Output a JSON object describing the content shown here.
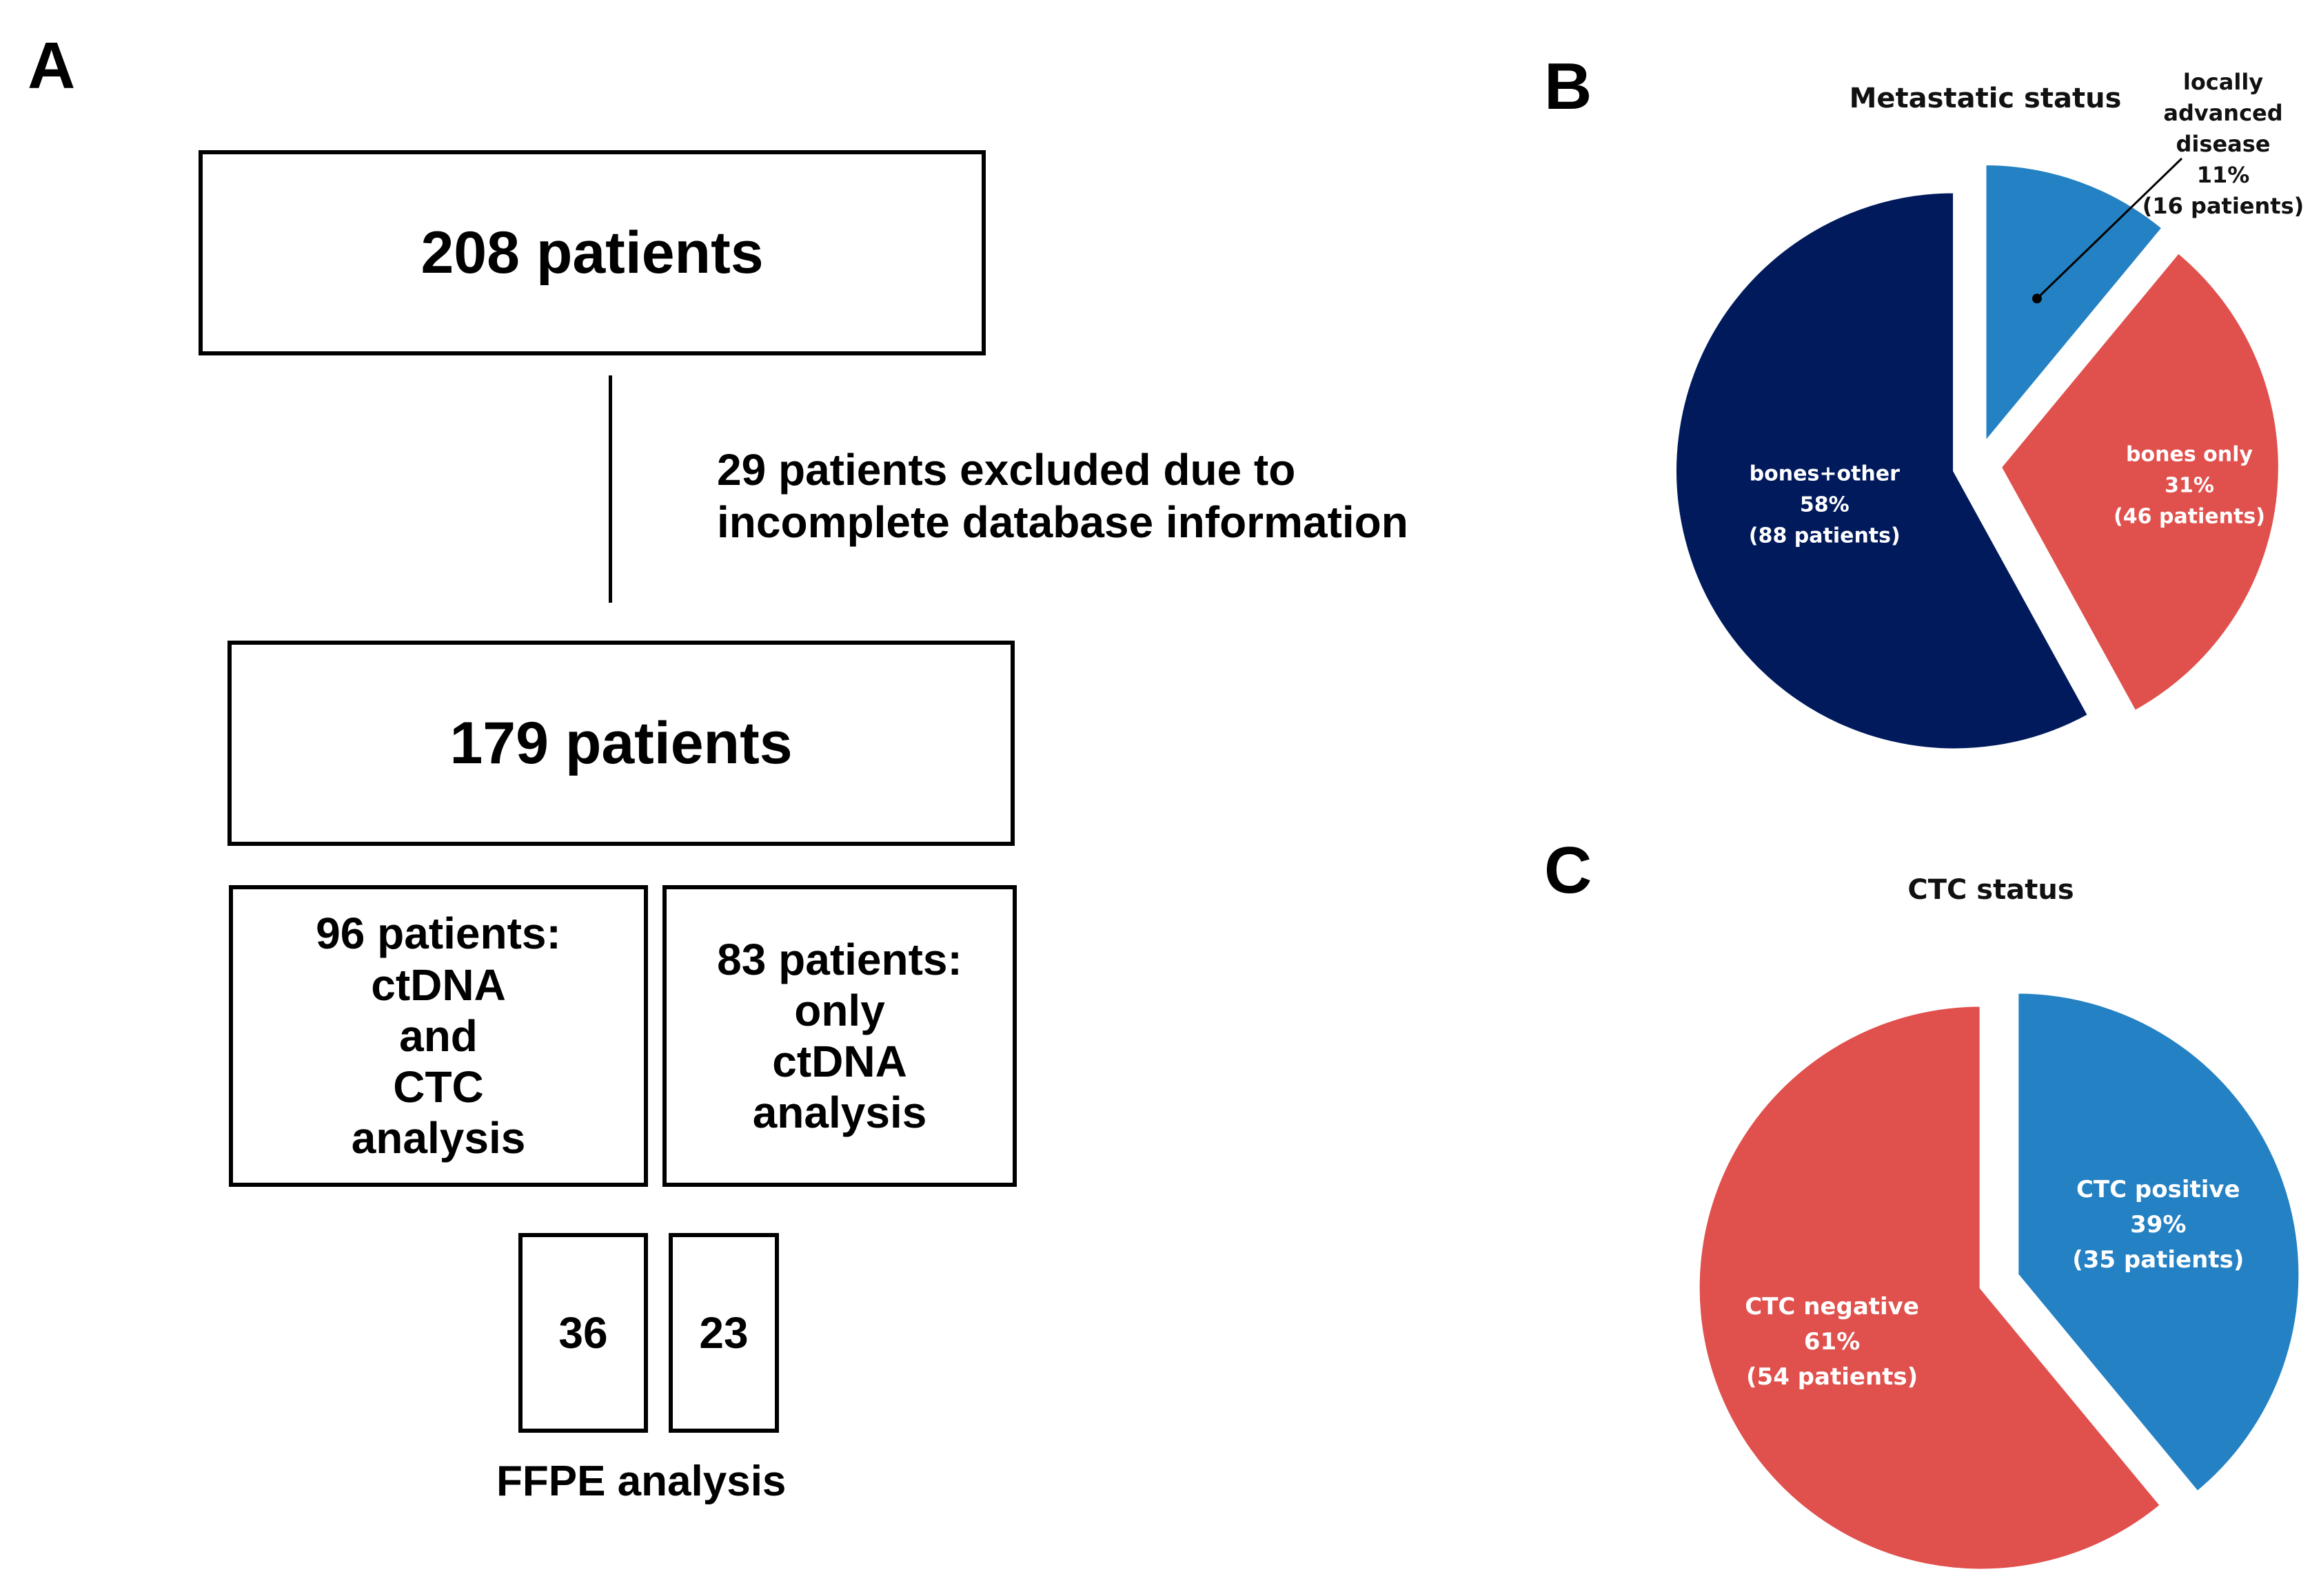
{
  "panels": {
    "a_letter": "A",
    "b_letter": "B",
    "c_letter": "C"
  },
  "flowchart": {
    "top_box": "208 patients",
    "exclusion_line1": "29 patients excluded due to",
    "exclusion_line2": "incomplete database information",
    "middle_box": "179 patients",
    "left_box_lines": [
      "96 patients:",
      "ctDNA",
      "and",
      "CTC",
      "analysis"
    ],
    "right_box_lines": [
      "83 patients:",
      "only",
      "ctDNA",
      "analysis"
    ],
    "ffpe_left": "36",
    "ffpe_right": "23",
    "ffpe_label": "FFPE analysis"
  },
  "chart_data": [
    {
      "type": "pie",
      "title": "Metastatic status",
      "slices": [
        {
          "label": "locally advanced disease",
          "percent": 11,
          "patients_label": "(16 patients)",
          "percent_label": "11%",
          "label_lines": [
            "locally",
            "advanced",
            "disease"
          ],
          "color": "#2481c3"
        },
        {
          "label": "bones only",
          "percent": 31,
          "patients_label": "(46 patients)",
          "percent_label": "31%",
          "label_lines": [
            "bones only"
          ],
          "color": "#e0504d"
        },
        {
          "label": "bones+other",
          "percent": 58,
          "patients_label": "(88 patients)",
          "percent_label": "58%",
          "label_lines": [
            "bones+other"
          ],
          "color": "#001a5c"
        }
      ]
    },
    {
      "type": "pie",
      "title": "CTC status",
      "slices": [
        {
          "label": "CTC positive",
          "percent": 39,
          "patients_label": "(35 patients)",
          "percent_label": "39%",
          "label_lines": [
            "CTC positive"
          ],
          "color": "#2481c3"
        },
        {
          "label": "CTC negative",
          "percent": 61,
          "patients_label": "(54 patients)",
          "percent_label": "61%",
          "label_lines": [
            "CTC negative"
          ],
          "color": "#e0504d"
        }
      ]
    }
  ]
}
